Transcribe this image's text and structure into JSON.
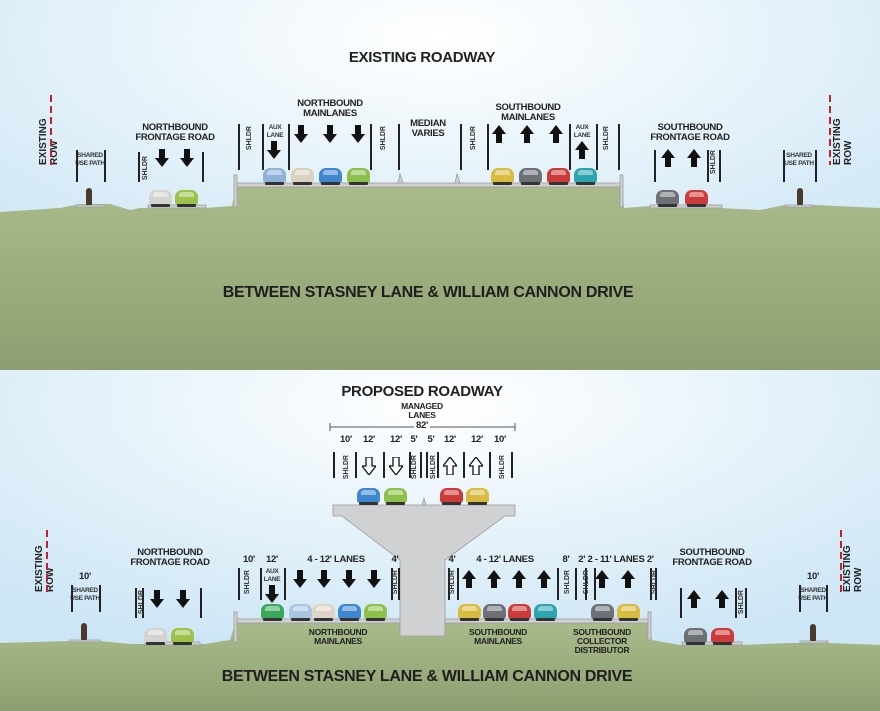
{
  "existing": {
    "title": "EXISTING ROADWAY",
    "location": "BETWEEN STASNEY LANE & WILLIAM CANNON DRIVE",
    "left_row": "EXISTING ROW",
    "right_row": "EXISTING ROW",
    "shared_use_path_left": "SHARED USE PATH",
    "shared_use_path_right": "SHARED USE PATH",
    "nb_frontage": "NORTHBOUND FRONTAGE ROAD",
    "nb_mainlanes": "NORTHBOUND MAINLANES",
    "median": "MEDIAN VARIES",
    "sb_mainlanes": "SOUTHBOUND MAINLANES",
    "sb_frontage": "SOUTHBOUND FRONTAGE ROAD",
    "shoulder": "SHLDR",
    "aux_lane_nb": "AUX LANE",
    "aux_lane_sb": "AUX LANE",
    "cars": {
      "nb_frontage": [
        "#d3d3cf",
        "#9cc24a"
      ],
      "nb_mainlanes": [
        "#8fb3d9",
        "#d9d2c0",
        "#3d86d0",
        "#8cc04a"
      ],
      "sb_mainlanes": [
        "#d9bb40",
        "#6d7177",
        "#cc3a3a",
        "#2ca5b0"
      ],
      "sb_frontage": [
        "#6d7177",
        "#cc3a3a"
      ]
    }
  },
  "proposed": {
    "title": "PROPOSED ROADWAY",
    "location": "BETWEEN STASNEY LANE & WILLIAM CANNON DRIVE",
    "managed_lanes": "MANAGED LANES",
    "managed_total_width": "82'",
    "managed_widths": [
      "10'",
      "12'",
      "12'",
      "5'",
      "5'",
      "12'",
      "12'",
      "10'"
    ],
    "left_row": "EXISTING ROW",
    "right_row": "EXISTING ROW",
    "shared_use_path_left": "SHARED USE PATH",
    "shared_use_path_left_width": "10'",
    "shared_use_path_right": "SHARED USE PATH",
    "shared_use_path_right_width": "10'",
    "nb_frontage": "NORTHBOUND FRONTAGE ROAD",
    "nb_widths": {
      "shoulder": "10'",
      "aux": "12'",
      "lanes": "4 - 12' LANES",
      "inside_shoulder": "4'"
    },
    "nb_mainlanes": "NORTHBOUND MAINLANES",
    "sb_widths": {
      "inside_shoulder": "4'",
      "lanes": "4 - 12' LANES",
      "shoulder": "8'",
      "cd_lanes": "2' 2 - 11' LANES 2'"
    },
    "sb_mainlanes": "SOUTHBOUND MAINLANES",
    "sb_cd": "SOUTHBOUND COLLECTOR DISTRIBUTOR",
    "sb_frontage": "SOUTHBOUND FRONTAGE ROAD",
    "shoulder": "SHLDR",
    "aux_lane": "AUX LANE",
    "cars": {
      "nb_frontage": [
        "#d3d3cf",
        "#9cc24a"
      ],
      "nb_mainlanes": [
        "#38a85a",
        "#a9c6e0",
        "#dcd5c5",
        "#3d86d0",
        "#8cc04a"
      ],
      "managed": [
        "#3d86d0",
        "#8cc04a",
        "#cc3a3a",
        "#d9bb40"
      ],
      "sb_mainlanes": [
        "#d9bb40",
        "#6d7177",
        "#cc3a3a",
        "#2ca5b0"
      ],
      "sb_cd": [
        "#6d7177",
        "#d9bb40"
      ],
      "sb_frontage": [
        "#6d7177",
        "#cc3a3a"
      ]
    }
  },
  "colors": {
    "ground": "#a3b585",
    "sky": "#d3ebf8",
    "structure": "#c9cbcc",
    "row_line": "#c8202a"
  }
}
